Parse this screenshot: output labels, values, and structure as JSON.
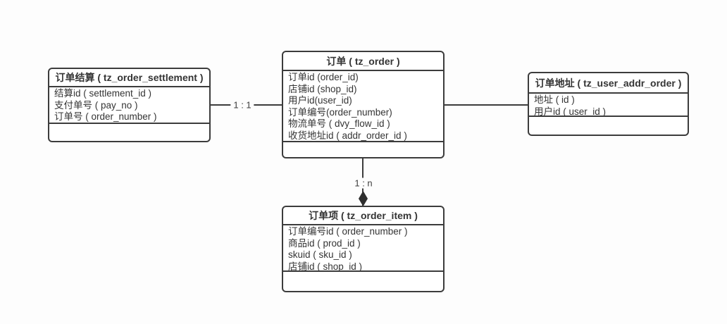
{
  "diagram": {
    "background": "#fdfdfd",
    "line_color": "#3c3c3c",
    "text_color": "#343434",
    "entities": [
      {
        "key": "order_settlement",
        "title": "订单结算 ( tz_order_settlement )",
        "fields": [
          "结算id ( settlement_id )",
          "支付单号 ( pay_no )",
          "订单号 ( order_number )"
        ]
      },
      {
        "key": "order",
        "title": "订单 ( tz_order )",
        "fields": [
          "订单id (order_id)",
          "店铺id (shop_id)",
          "用户id(user_id)",
          "订单编号(order_number)",
          "物流单号 ( dvy_flow_id )",
          "收货地址id ( addr_order_id )"
        ]
      },
      {
        "key": "user_addr_order",
        "title": "订单地址 ( tz_user_addr_order )",
        "fields": [
          "地址 ( id )",
          "用户id ( user_id )"
        ]
      },
      {
        "key": "order_item",
        "title": "订单项 ( tz_order_item )",
        "fields": [
          "订单编号id ( order_number )",
          "商品id ( prod_id )",
          "skuid ( sku_id )",
          "店铺id ( shop_id )"
        ]
      }
    ],
    "relations": [
      {
        "from": "order_settlement",
        "to": "order",
        "label": "1 : 1",
        "marker": "none"
      },
      {
        "from": "order",
        "to": "user_addr_order",
        "label": "",
        "marker": "none"
      },
      {
        "from": "order",
        "to": "order_item",
        "label": "1 : n",
        "marker": "filled-diamond"
      }
    ]
  }
}
